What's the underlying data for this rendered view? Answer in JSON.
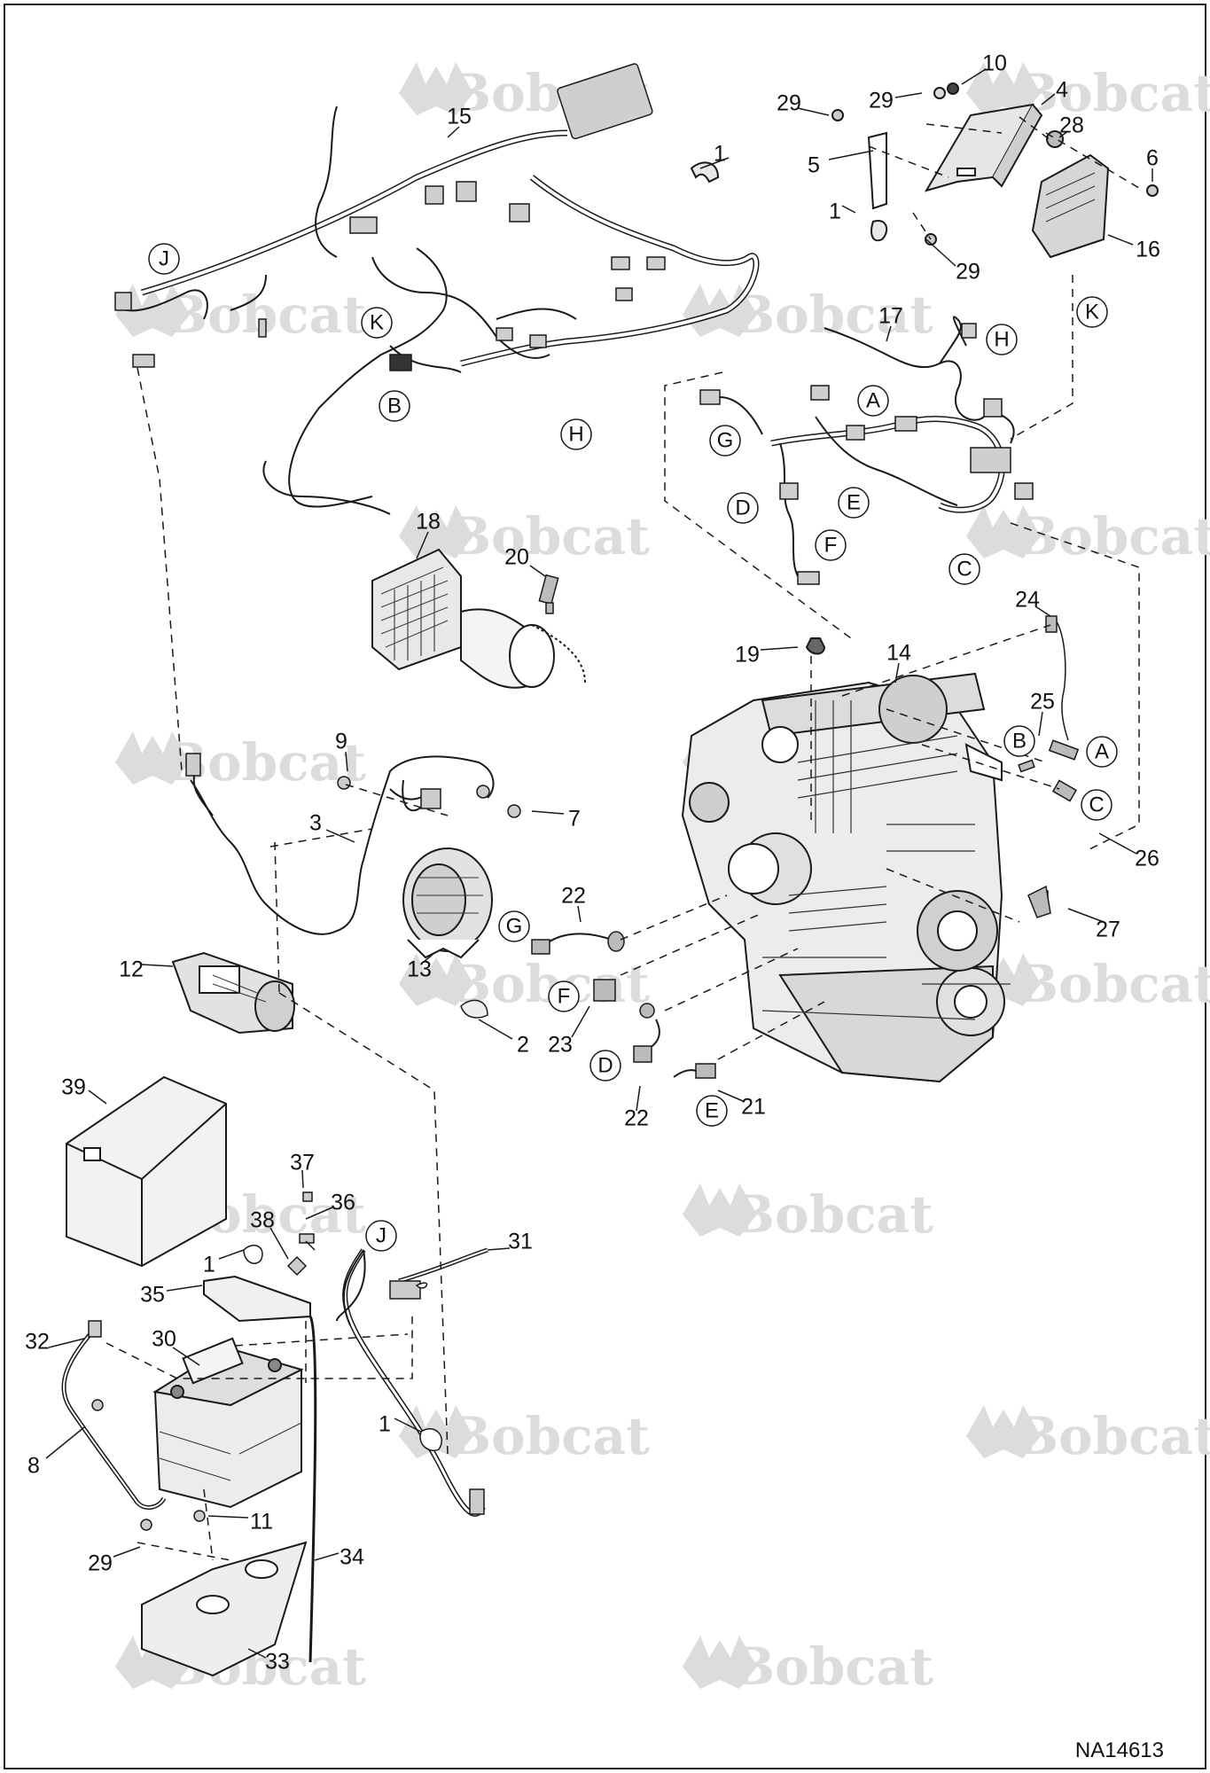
{
  "diagram": {
    "drawing_code": "NA14613",
    "watermark_text": "Bobcat",
    "colors": {
      "line": "#1a1a1a",
      "watermark": "#dcdcdc",
      "part_fill": "#efefef"
    },
    "part_numbers": [
      "1",
      "1",
      "1",
      "1",
      "2",
      "3",
      "4",
      "5",
      "6",
      "7",
      "8",
      "9",
      "10",
      "11",
      "12",
      "13",
      "14",
      "15",
      "16",
      "17",
      "18",
      "19",
      "20",
      "21",
      "22",
      "22",
      "23",
      "24",
      "25",
      "26",
      "27",
      "28",
      "29",
      "29",
      "29",
      "29",
      "30",
      "31",
      "32",
      "33",
      "34",
      "35",
      "36",
      "37",
      "38",
      "39"
    ],
    "connector_letters": [
      "J",
      "K",
      "B",
      "H",
      "K",
      "A",
      "G",
      "D",
      "E",
      "F",
      "C",
      "H",
      "B",
      "A",
      "C",
      "G",
      "F",
      "D",
      "E",
      "J"
    ]
  }
}
